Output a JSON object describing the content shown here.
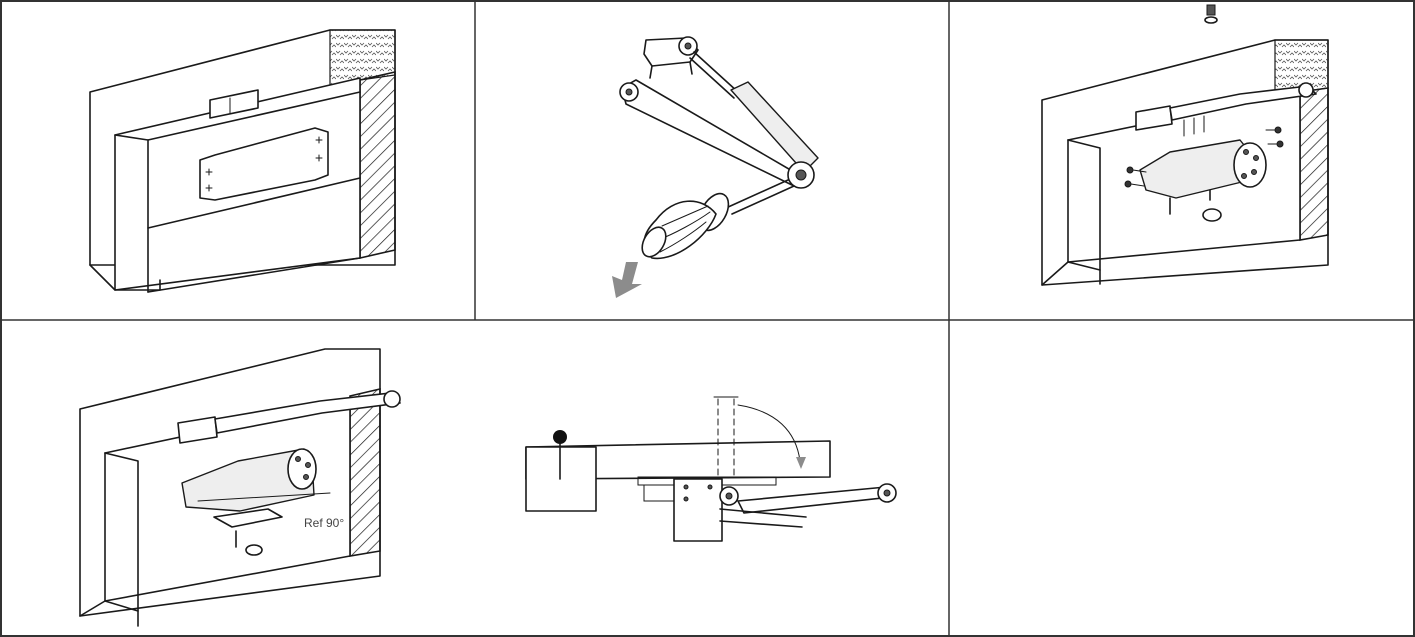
{
  "grid": {
    "columns": 3,
    "rows": 2,
    "border_color": "#333333",
    "background": "#ffffff"
  },
  "steps": [
    {
      "icon": "door-template-mounting-icon"
    },
    {
      "icon": "arm-separation-screwdriver-icon"
    },
    {
      "icon": "closer-body-installation-icon"
    },
    {
      "icon": "arm-alignment-icon",
      "label": "Ref 90°"
    },
    {
      "icon": "arm-connection-topview-icon"
    },
    {
      "icon": "empty-panel"
    }
  ],
  "colors": {
    "line": "#1a1a1a",
    "arrow": "#8c8c8c",
    "fill_dark": "#555555"
  }
}
